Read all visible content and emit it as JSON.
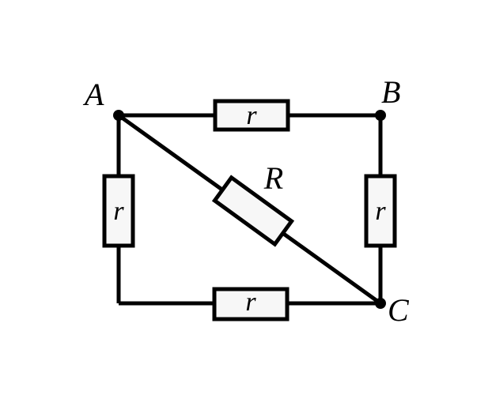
{
  "nodes": {
    "A": "A",
    "B": "B",
    "C": "C"
  },
  "resistors": {
    "top": "r",
    "right": "r",
    "left": "r",
    "bottom": "r",
    "diagonal": "R"
  },
  "colors": {
    "line": "#000000",
    "resistor_fill": "#f7f7f7",
    "background": "#ffffff"
  }
}
